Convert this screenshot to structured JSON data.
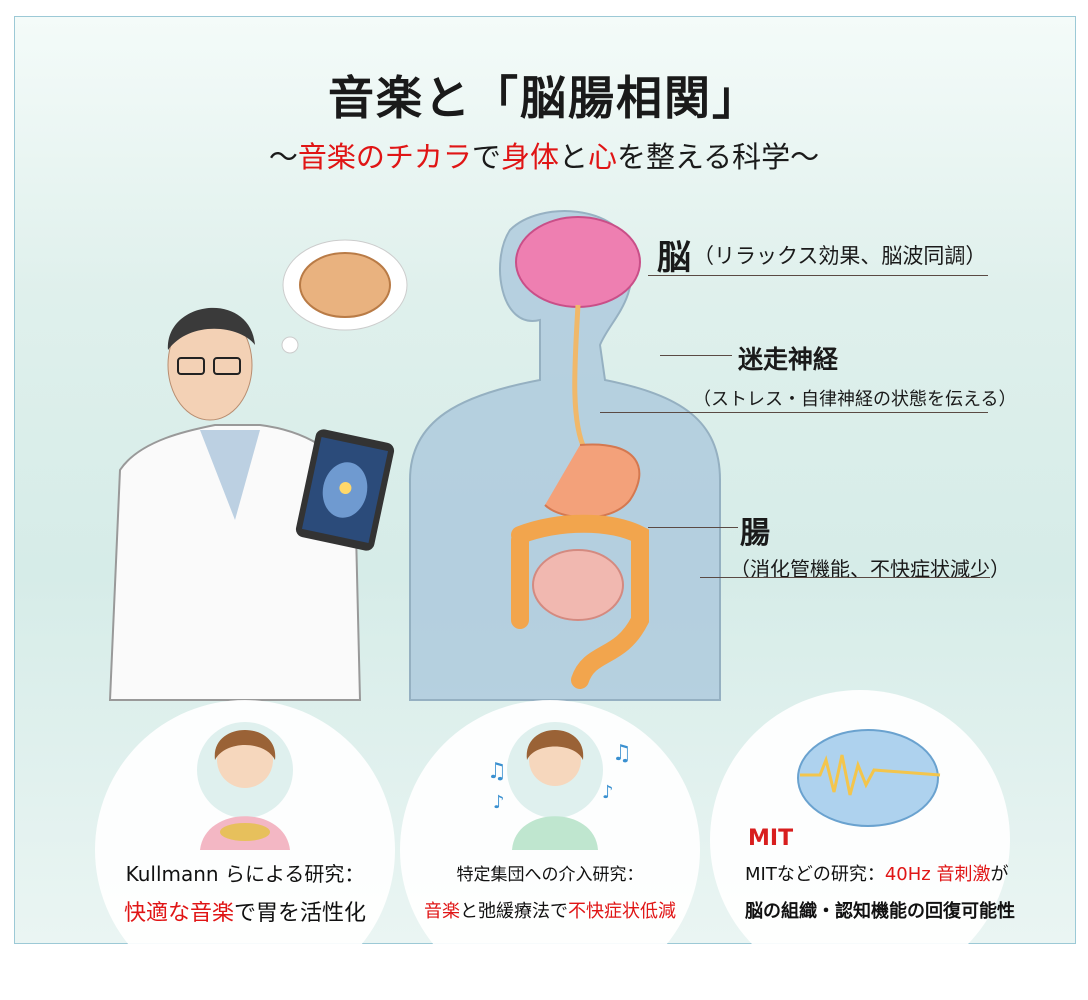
{
  "title": "音楽と「脳腸相関」",
  "subtitle": {
    "prefix": "〜",
    "r1": "音楽",
    "t1": "の",
    "r2": "チカラ",
    "t2": "で",
    "r3": "身体",
    "t3": "と",
    "r4": "心",
    "t4": "を整える科学〜"
  },
  "labels": {
    "brain_main": "脳",
    "brain_sub": "（リラックス効果、脳波同調）",
    "vagus_main": "迷走神経",
    "vagus_sub": "（ストレス・自律神経の状態を伝える）",
    "gut_main": "腸",
    "gut_sub": "（消化管機能、不快症状減少）"
  },
  "studies": [
    {
      "line1": "Kullmann らによる研究：",
      "red": "快適な音楽",
      "rest": "で胃を活性化"
    },
    {
      "line1": "特定集団への介入研究：",
      "red": "音楽",
      "mid": "と弛緩療法で",
      "red2": "不快症状低減"
    },
    {
      "badge": "MIT",
      "line1a": "MITなどの研究：",
      "red": "40Hz 音刺激",
      "line1b": "が",
      "line2": "脳の組織・認知機能の回復可能性"
    }
  ],
  "colors": {
    "accent": "#e01515",
    "frame": "#9cc9d6"
  }
}
